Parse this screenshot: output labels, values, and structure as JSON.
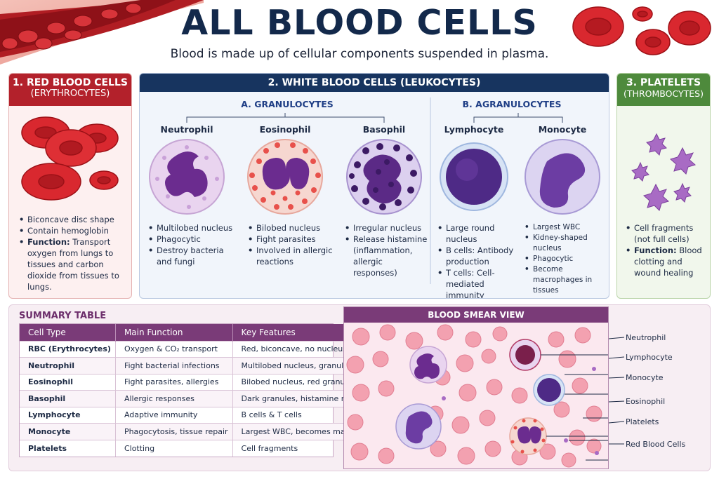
{
  "header": {
    "title": "ALL BLOOD CELLS",
    "subtitle": "Blood is made up of cellular components suspended in plasma."
  },
  "red_cells": {
    "heading_line1": "1. RED BLOOD CELLS",
    "heading_line2": "(ERYTHROCYTES)",
    "bullets": [
      "Biconcave disc shape",
      "Contain hemoglobin"
    ],
    "function_label": "Function:",
    "function_text": " Transport oxygen from lungs to tissues and carbon dioxide from tissues to lungs."
  },
  "white_cells": {
    "heading": "2. WHITE BLOOD CELLS (LEUKOCYTES)",
    "granulocytes_heading": "A. GRANULOCYTES",
    "agranulocytes_heading": "B. AGRANULOCYTES",
    "neutrophil": {
      "name": "Neutrophil",
      "bullets": [
        "Multilobed nucleus",
        "Phagocytic",
        "Destroy bacteria and fungi"
      ]
    },
    "eosinophil": {
      "name": "Eosinophil",
      "bullets": [
        "Bilobed nucleus",
        "Fight parasites",
        "Involved in allergic reactions"
      ]
    },
    "basophil": {
      "name": "Basophil",
      "bullets": [
        "Irregular nucleus",
        "Release histamine (inflammation, allergic responses)"
      ]
    },
    "lymphocyte": {
      "name": "Lymphocyte",
      "bullets": [
        "Large round nucleus",
        "B cells: Antibody production",
        "T cells: Cell-mediated immunity"
      ]
    },
    "monocyte": {
      "name": "Monocyte",
      "bullets": [
        "Largest WBC",
        "Kidney-shaped nucleus",
        "Phagocytic",
        "Become macrophages in tissues"
      ]
    }
  },
  "platelets": {
    "heading_line1": "3. PLATELETS",
    "heading_line2": "(THROMBOCYTES)",
    "bullet1": "Cell fragments (not full cells)",
    "function_label": "Function:",
    "function_text": " Blood clotting and wound healing"
  },
  "summary": {
    "heading": "SUMMARY TABLE",
    "columns": [
      "Cell Type",
      "Main Function",
      "Key Features"
    ],
    "rows": [
      [
        "RBC (Erythrocytes)",
        "Oxygen & CO₂ transport",
        "Red, biconcave, no nucleus"
      ],
      [
        "Neutrophil",
        "Fight bacterial infections",
        "Multilobed nucleus, granules"
      ],
      [
        "Eosinophil",
        "Fight parasites, allergies",
        "Bilobed nucleus, red granules"
      ],
      [
        "Basophil",
        "Allergic responses",
        "Dark granules, histamine release"
      ],
      [
        "Lymphocyte",
        "Adaptive immunity",
        "B cells & T cells"
      ],
      [
        "Monocyte",
        "Phagocytosis, tissue repair",
        "Largest WBC, becomes macrophage"
      ],
      [
        "Platelets",
        "Clotting",
        "Cell fragments"
      ]
    ]
  },
  "smear": {
    "heading": "BLOOD SMEAR VIEW",
    "labels": [
      "Neutrophil",
      "Lymphocyte",
      "Monocyte",
      "Eosinophil",
      "Platelets",
      "Red Blood Cells"
    ]
  },
  "colors": {
    "red_header": "#b3212b",
    "blue_header": "#17345f",
    "green_header": "#4e8a3c",
    "purple_header": "#7a3b78"
  }
}
